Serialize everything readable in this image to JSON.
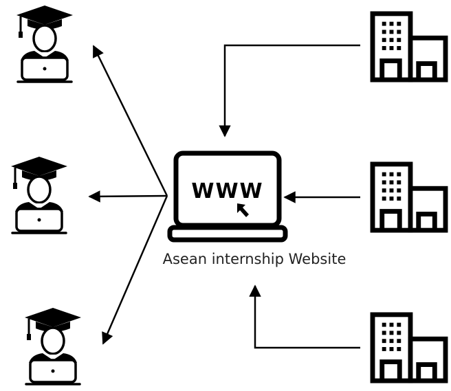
{
  "diagram": {
    "center_label": "Asean internship Website",
    "www_text": "WWW",
    "nodes": {
      "students": [
        "student",
        "student",
        "student"
      ],
      "companies": [
        "company",
        "company",
        "company"
      ]
    },
    "icons": {
      "student": "graduate-with-laptop-icon",
      "company": "office-building-icon",
      "website": "laptop-www-icon",
      "cursor": "cursor-arrow-icon"
    },
    "colors": {
      "stroke": "#000000",
      "text": "#222222",
      "background": "#ffffff"
    }
  }
}
